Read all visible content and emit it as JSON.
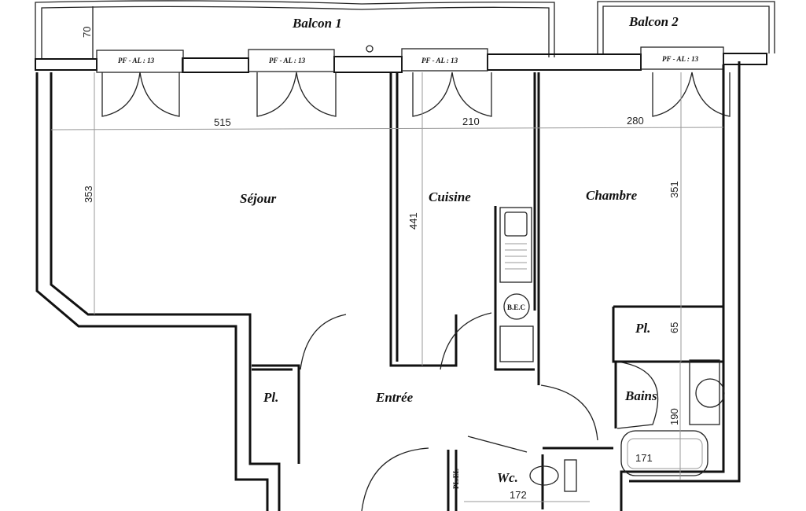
{
  "rooms": {
    "balcon1": "Balcon 1",
    "balcon2": "Balcon 2",
    "sejour": "Séjour",
    "cuisine": "Cuisine",
    "chambre": "Chambre",
    "entree": "Entrée",
    "bains": "Bains",
    "wc": "Wc.",
    "placard1": "Pl.",
    "placard2": "Pl."
  },
  "windows": [
    "PF - AL : 13",
    "PF - AL : 13",
    "PF - AL : 13",
    "PF - AL : 13"
  ],
  "fixtures": {
    "bec": "B.E.C",
    "plel": "PL.EL"
  },
  "dimensions": {
    "balcon_depth": "70",
    "sejour_width": "515",
    "cuisine_width": "210",
    "chambre_width": "280",
    "sejour_depth": "353",
    "cuisine_depth": "441",
    "chambre_depth": "351",
    "placard_depth": "65",
    "bains_depth": "190",
    "bath_length": "171",
    "wc_width": "172"
  }
}
